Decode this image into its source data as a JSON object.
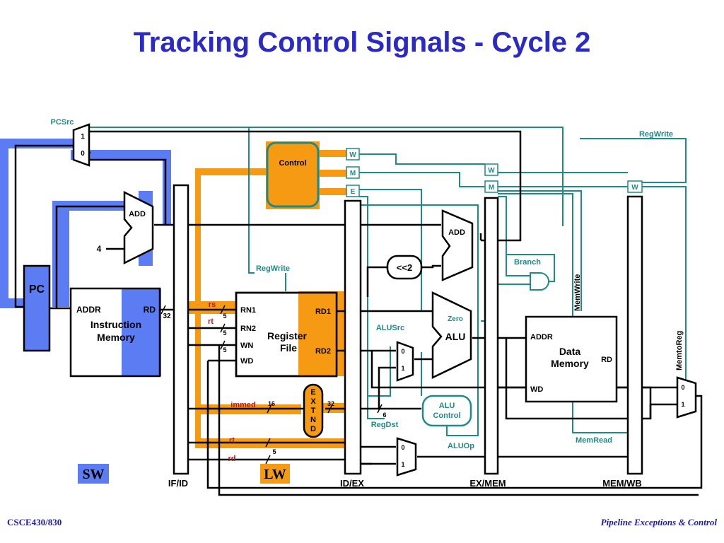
{
  "title": "Tracking Control Signals - Cycle 2",
  "footer": {
    "course": "CSCE430/830",
    "topic": "Pipeline Exceptions & Control"
  },
  "colors": {
    "title": "#2b2bc4",
    "highlight_blue": "#5b7cf2",
    "highlight_orange": "#f79a13",
    "control_teal": "#1f8a8a",
    "signal_red": "#b01c1c"
  },
  "pc": {
    "label": "PC"
  },
  "pcsrc": {
    "label": "PCSrc",
    "in1": "1",
    "in0": "0"
  },
  "adder_pc": {
    "label": "ADD",
    "const": "4"
  },
  "instr_mem": {
    "addr": "ADDR",
    "rd": "RD",
    "title_line1": "Instruction",
    "title_line2": "Memory",
    "width": "32"
  },
  "control": {
    "label": "Control",
    "w": "W",
    "m": "M",
    "e": "E"
  },
  "regfile": {
    "rn1": "RN1",
    "rn2": "RN2",
    "wn": "WN",
    "wd": "WD",
    "rd1": "RD1",
    "rd2": "RD2",
    "title_line1": "Register",
    "title_line2": "File",
    "regwrite": "RegWrite",
    "rs": "rs",
    "rt": "rt",
    "w5a": "5",
    "w5b": "5",
    "w5c": "5"
  },
  "extend": {
    "letters": [
      "E",
      "X",
      "T",
      "N",
      "D"
    ],
    "immed": "immed",
    "w16": "16",
    "w32": "32"
  },
  "dst_fields": {
    "rt": "rt",
    "rd": "rd",
    "w5": "5"
  },
  "shift": {
    "label": "<<2"
  },
  "adder_branch": {
    "label": "ADD"
  },
  "alu": {
    "label": "ALU",
    "zero": "Zero",
    "alusrc": "ALUSrc",
    "in0": "0",
    "in1": "1"
  },
  "alu_control": {
    "line1": "ALU",
    "line2": "Control",
    "w6": "6",
    "aluop": "ALUOp"
  },
  "regdst": {
    "label": "RegDst",
    "in0": "0",
    "in1": "1"
  },
  "exmem": {
    "w": "W",
    "m": "M",
    "branch": "Branch"
  },
  "data_mem": {
    "addr": "ADDR",
    "rd": "RD",
    "wd": "WD",
    "title_line1": "Data",
    "title_line2": "Memory",
    "memwrite": "MemWrite",
    "memread": "MemRead"
  },
  "memwb": {
    "w": "W",
    "regwrite": "RegWrite"
  },
  "wb_mux": {
    "label": "MemtoReg",
    "in0": "0",
    "in1": "1"
  },
  "pipeline_regs": {
    "ifid": "IF/ID",
    "idex": "ID/EX",
    "exmem": "EX/MEM",
    "memwb": "MEM/WB"
  },
  "stage_tags": {
    "sw": "SW",
    "lw": "LW"
  }
}
